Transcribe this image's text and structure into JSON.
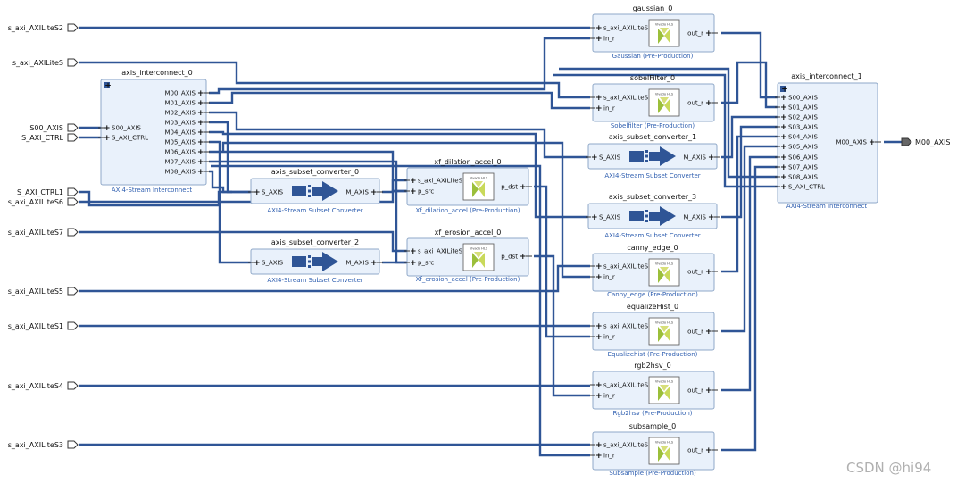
{
  "colors": {
    "wire": "#2f5596",
    "block_fill": "#e9f1fb",
    "block_border": "#8fa8c8",
    "subtitle": "#2f5fb0",
    "arrow": "#2f5596"
  },
  "ext_ports_left": [
    {
      "id": "s_axi_AXILiteS2",
      "label": "s_axi_AXILiteS2"
    },
    {
      "id": "s_axi_AXILiteS",
      "label": "s_axi_AXILiteS"
    },
    {
      "id": "S00_AXIS",
      "label": "S00_AXIS"
    },
    {
      "id": "S_AXI_CTRL",
      "label": "S_AXI_CTRL"
    },
    {
      "id": "S_AXI_CTRL1",
      "label": "S_AXI_CTRL1"
    },
    {
      "id": "s_axi_AXILiteS6",
      "label": "s_axi_AXILiteS6"
    },
    {
      "id": "s_axi_AXILiteS7",
      "label": "s_axi_AXILiteS7"
    },
    {
      "id": "s_axi_AXILiteS5",
      "label": "s_axi_AXILiteS5"
    },
    {
      "id": "s_axi_AXILiteS1",
      "label": "s_axi_AXILiteS1"
    },
    {
      "id": "s_axi_AXILiteS4",
      "label": "s_axi_AXILiteS4"
    },
    {
      "id": "s_axi_AXILiteS3",
      "label": "s_axi_AXILiteS3"
    }
  ],
  "ext_ports_right": [
    {
      "id": "M00_AXIS",
      "label": "M00_AXIS"
    }
  ],
  "blocks": [
    {
      "id": "ic0",
      "kind": "interconnect",
      "title": "axis_interconnect_0",
      "subtitle": "AXI4-Stream Interconnect",
      "left_ports": [
        "S00_AXIS",
        "S_AXI_CTRL"
      ],
      "right_ports": [
        "M00_AXIS",
        "M01_AXIS",
        "M02_AXIS",
        "M03_AXIS",
        "M04_AXIS",
        "M05_AXIS",
        "M06_AXIS",
        "M07_AXIS",
        "M08_AXIS"
      ]
    },
    {
      "id": "ic1",
      "kind": "interconnect",
      "title": "axis_interconnect_1",
      "subtitle": "AXI4-Stream Interconnect",
      "left_ports": [
        "S00_AXIS",
        "S01_AXIS",
        "S02_AXIS",
        "S03_AXIS",
        "S04_AXIS",
        "S05_AXIS",
        "S06_AXIS",
        "S07_AXIS",
        "S08_AXIS",
        "S_AXI_CTRL"
      ],
      "right_ports": [
        "M00_AXIS"
      ]
    },
    {
      "id": "sc0",
      "kind": "subset",
      "title": "axis_subset_converter_0",
      "subtitle": "AXI4-Stream Subset Converter",
      "left_ports": [
        "S_AXIS"
      ],
      "right_ports": [
        "M_AXIS"
      ]
    },
    {
      "id": "sc2",
      "kind": "subset",
      "title": "axis_subset_converter_2",
      "subtitle": "AXI4-Stream Subset Converter",
      "left_ports": [
        "S_AXIS"
      ],
      "right_ports": [
        "M_AXIS"
      ]
    },
    {
      "id": "sc1",
      "kind": "subset",
      "title": "axis_subset_converter_1",
      "subtitle": "AXI4-Stream Subset Converter",
      "left_ports": [
        "S_AXIS"
      ],
      "right_ports": [
        "M_AXIS"
      ]
    },
    {
      "id": "sc3",
      "kind": "subset",
      "title": "axis_subset_converter_3",
      "subtitle": "AXI4-Stream Subset Converter",
      "left_ports": [
        "S_AXIS"
      ],
      "right_ports": [
        "M_AXIS"
      ]
    },
    {
      "id": "dil",
      "kind": "hls",
      "title": "xf_dilation_accel_0",
      "subtitle": "Xf_dilation_accel (Pre-Production)",
      "left_ports": [
        "s_axi_AXILiteS",
        "p_src"
      ],
      "right_ports": [
        "p_dst"
      ]
    },
    {
      "id": "ero",
      "kind": "hls",
      "title": "xf_erosion_accel_0",
      "subtitle": "Xf_erosion_accel (Pre-Production)",
      "left_ports": [
        "s_axi_AXILiteS",
        "p_src"
      ],
      "right_ports": [
        "p_dst"
      ]
    },
    {
      "id": "gau",
      "kind": "hls",
      "title": "gaussian_0",
      "subtitle": "Gaussian (Pre-Production)",
      "left_ports": [
        "s_axi_AXILiteS",
        "in_r"
      ],
      "right_ports": [
        "out_r"
      ]
    },
    {
      "id": "sob",
      "kind": "hls",
      "title": "sobelFilter_0",
      "subtitle": "Sobelfilter (Pre-Production)",
      "left_ports": [
        "s_axi_AXILiteS",
        "in_r"
      ],
      "right_ports": [
        "out_r"
      ]
    },
    {
      "id": "can",
      "kind": "hls",
      "title": "canny_edge_0",
      "subtitle": "Canny_edge (Pre-Production)",
      "left_ports": [
        "s_axi_AXILiteS",
        "in_r"
      ],
      "right_ports": [
        "out_r"
      ]
    },
    {
      "id": "equ",
      "kind": "hls",
      "title": "equalizeHist_0",
      "subtitle": "Equalizehist (Pre-Production)",
      "left_ports": [
        "s_axi_AXILiteS",
        "in_r"
      ],
      "right_ports": [
        "out_r"
      ]
    },
    {
      "id": "rgb",
      "kind": "hls",
      "title": "rgb2hsv_0",
      "subtitle": "Rgb2hsv (Pre-Production)",
      "left_ports": [
        "s_axi_AXILiteS",
        "in_r"
      ],
      "right_ports": [
        "out_r"
      ]
    },
    {
      "id": "sub",
      "kind": "hls",
      "title": "subsample_0",
      "subtitle": "Subsample (Pre-Production)",
      "left_ports": [
        "s_axi_AXILiteS",
        "in_r"
      ],
      "right_ports": [
        "out_r"
      ]
    }
  ],
  "hls_logo_text": "Vivado HLS",
  "watermark": "CSDN @hi94"
}
